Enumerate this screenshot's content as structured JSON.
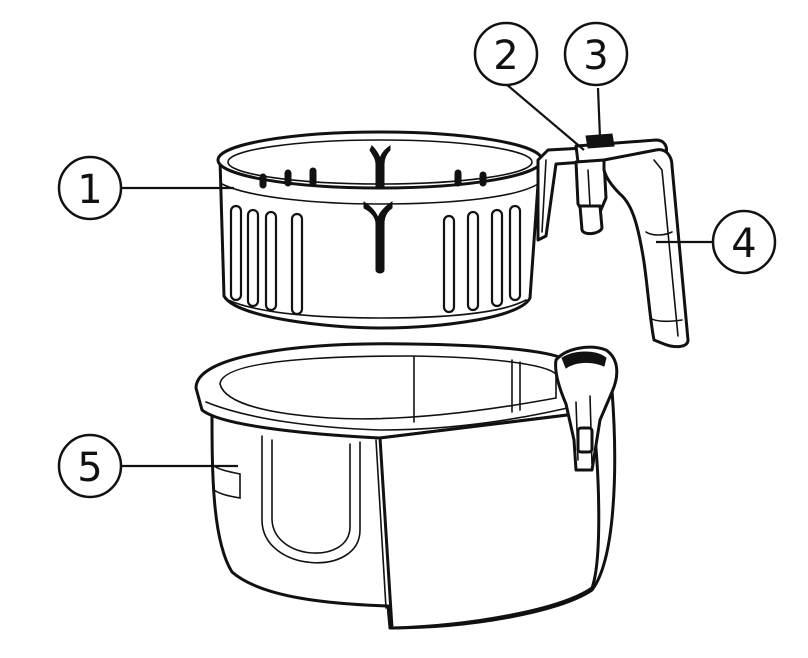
{
  "callouts": [
    {
      "id": "1",
      "label": "1"
    },
    {
      "id": "2",
      "label": "2"
    },
    {
      "id": "3",
      "label": "3"
    },
    {
      "id": "4",
      "label": "4"
    },
    {
      "id": "5",
      "label": "5"
    }
  ],
  "colors": {
    "line": "#111111",
    "fill": "#ffffff"
  }
}
